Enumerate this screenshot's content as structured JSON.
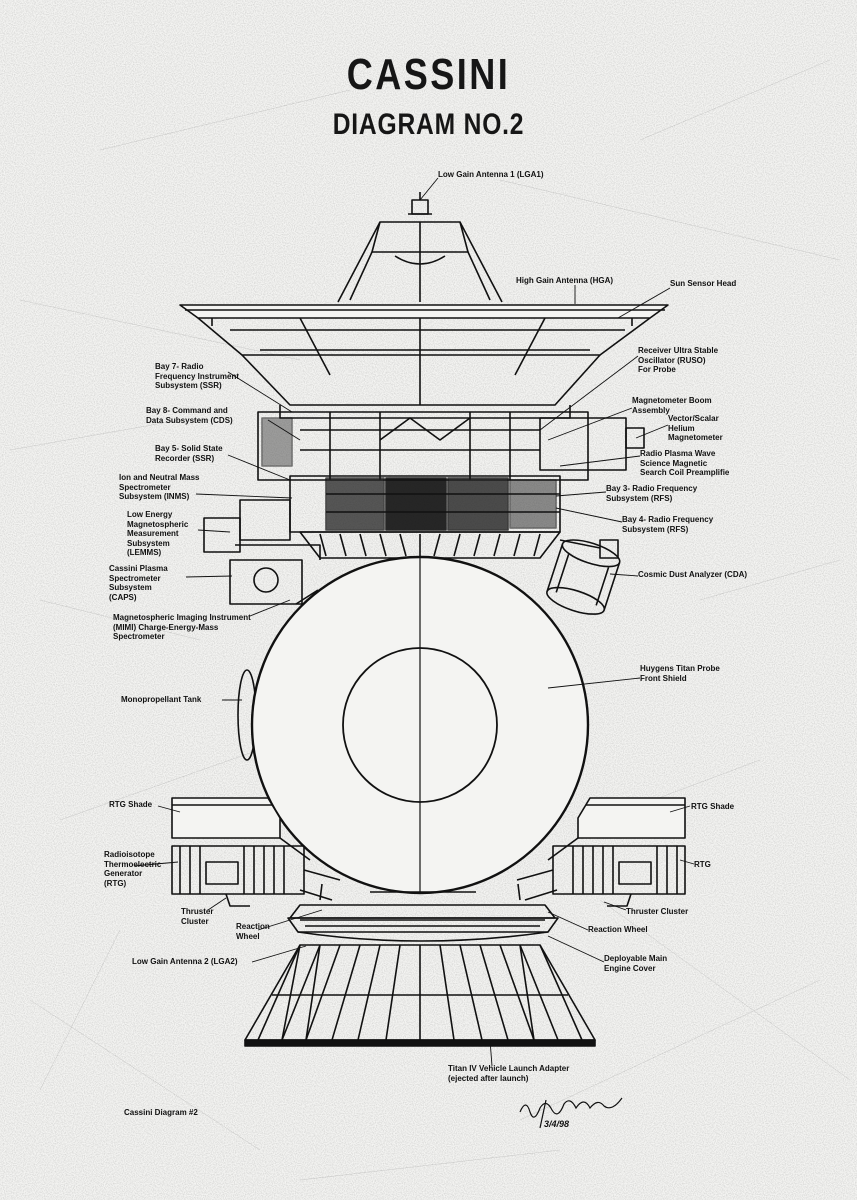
{
  "title": "CASSINI",
  "subtitle": "DIAGRAM NO.2",
  "footer_left": "Cassini Diagram #2",
  "signature_date": "3/4/98",
  "labels": {
    "lga1": "Low Gain Antenna 1 (LGA1)",
    "hga": "High Gain Antenna (HGA)",
    "sun_sensor": "Sun Sensor Head",
    "bay7": "Bay 7- Radio\nFrequency Instrument\nSubsystem (SSR)",
    "bay8": "Bay 8- Command and\nData Subsystem (CDS)",
    "bay5": "Bay 5- Solid State\nRecorder (SSR)",
    "inms": "Ion and Neutral Mass\nSpectrometer\nSubsystem (INMS)",
    "lemms": "Low Energy\nMagnetospheric\nMeasurement\nSubsystem\n(LEMMS)",
    "caps": "Cassini Plasma\nSpectrometer\nSubsystem\n(CAPS)",
    "mimi": "Magnetospheric Imaging Instrument\n(MIMI) Charge-Energy-Mass\nSpectrometer",
    "tank": "Monopropellant Tank",
    "rtg_shade_l": "RTG Shade",
    "rtg_l": "Radioisotope\nThermoelectric\nGenerator\n(RTG)",
    "thruster_l": "Thruster\nCluster",
    "wheel_l": "Reaction\nWheel",
    "lga2": "Low Gain Antenna 2 (LGA2)",
    "launch_adapter": "Titan IV Vehicle Launch Adapter\n(ejected after launch)",
    "ruso": "Receiver Ultra Stable\nOscillator (RUSO)\nFor Probe",
    "mag_boom": "Magnetometer Boom\nAssembly",
    "vshm": "Vector/Scalar\nHelium\nMagnetometer",
    "rpws": "Radio Plasma Wave\nScience Magnetic\nSearch Coil Preamplifie",
    "bay3": "Bay 3- Radio Frequency\nSubsystem (RFS)",
    "bay4": "Bay 4- Radio Frequency\nSubsystem (RFS)",
    "cda": "Cosmic Dust Analyzer (CDA)",
    "huygens": "Huygens Titan Probe\nFront Shield",
    "rtg_shade_r": "RTG Shade",
    "rtg_r": "RTG",
    "thruster_r": "Thruster Cluster",
    "wheel_r": "Reaction Wheel",
    "engine_cover": "Deployable Main\nEngine Cover"
  }
}
